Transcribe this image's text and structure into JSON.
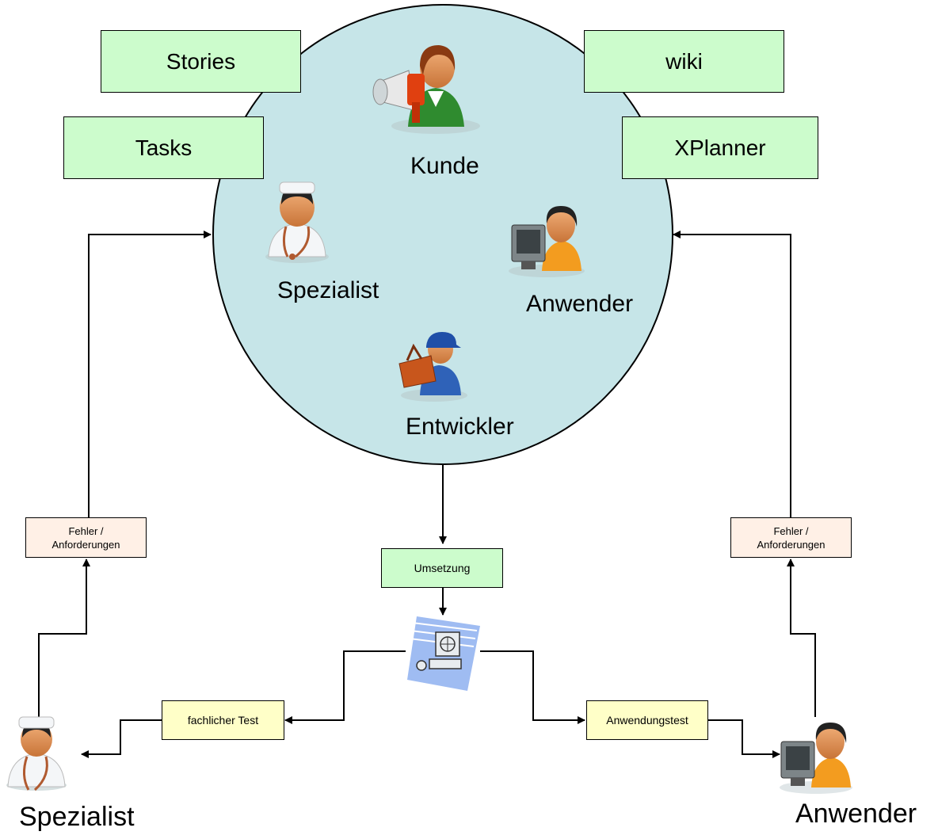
{
  "tools": {
    "stories": "Stories",
    "tasks": "Tasks",
    "wiki": "wiki",
    "xplanner": "XPlanner"
  },
  "circle_roles": {
    "kunde": "Kunde",
    "spezialist": "Spezialist",
    "anwender": "Anwender",
    "entwickler": "Entwickler"
  },
  "process": {
    "umsetzung": "Umsetzung",
    "fachlicher_test": "fachlicher Test",
    "anwendungstest": "Anwendungstest",
    "feedback_left": {
      "line1": "Fehler /",
      "line2": "Anforderungen"
    },
    "feedback_right": {
      "line1": "Fehler /",
      "line2": "Anforderungen"
    }
  },
  "outer_roles": {
    "spezialist": "Spezialist",
    "anwender": "Anwender"
  },
  "icons": {
    "kunde": "customer-megaphone-icon",
    "spezialist": "doctor-specialist-icon",
    "anwender": "user-at-computer-icon",
    "entwickler": "developer-toolbox-icon",
    "system": "computer-system-icon"
  },
  "colors": {
    "circle_fill": "#c6e5e8",
    "tool_box_fill": "#ccfccc",
    "feedback_box_fill": "#fff0e6",
    "test_box_fill": "#ffffc8"
  }
}
